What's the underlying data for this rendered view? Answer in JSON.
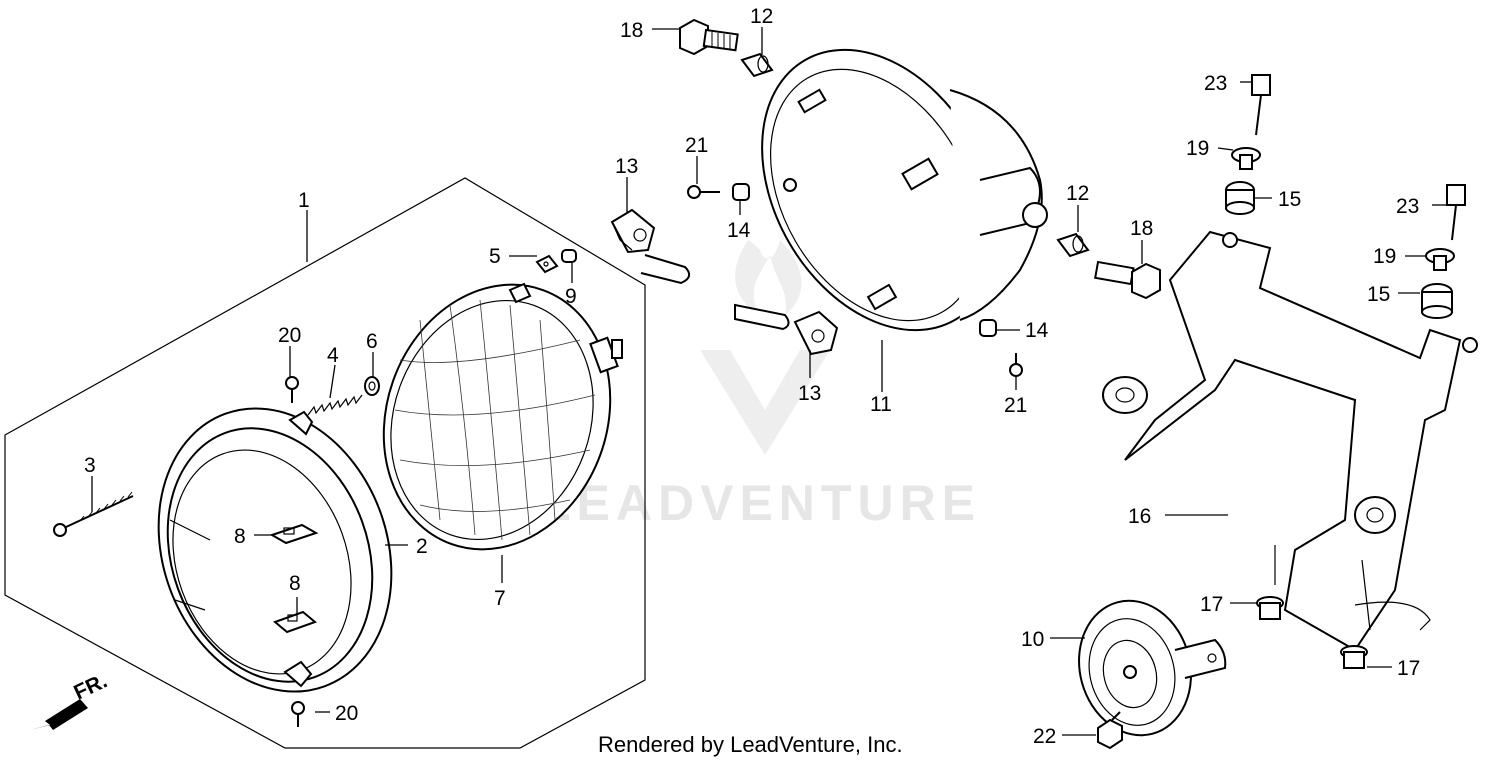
{
  "watermark": "LEADVENTURE",
  "footer": "Rendered by LeadVenture, Inc.",
  "direction_label": "FR.",
  "callouts": {
    "c1": "1",
    "c2": "2",
    "c3": "3",
    "c4": "4",
    "c5": "5",
    "c6": "6",
    "c7": "7",
    "c8a": "8",
    "c8b": "8",
    "c9": "9",
    "c10": "10",
    "c11": "11",
    "c12a": "12",
    "c12b": "12",
    "c13a": "13",
    "c13b": "13",
    "c14a": "14",
    "c14b": "14",
    "c15a": "15",
    "c15b": "15",
    "c16": "16",
    "c17a": "17",
    "c17b": "17",
    "c18a": "18",
    "c18b": "18",
    "c19a": "19",
    "c19b": "19",
    "c20a": "20",
    "c20b": "20",
    "c21a": "21",
    "c21b": "21",
    "c22": "22",
    "c23a": "23",
    "c23b": "23"
  }
}
